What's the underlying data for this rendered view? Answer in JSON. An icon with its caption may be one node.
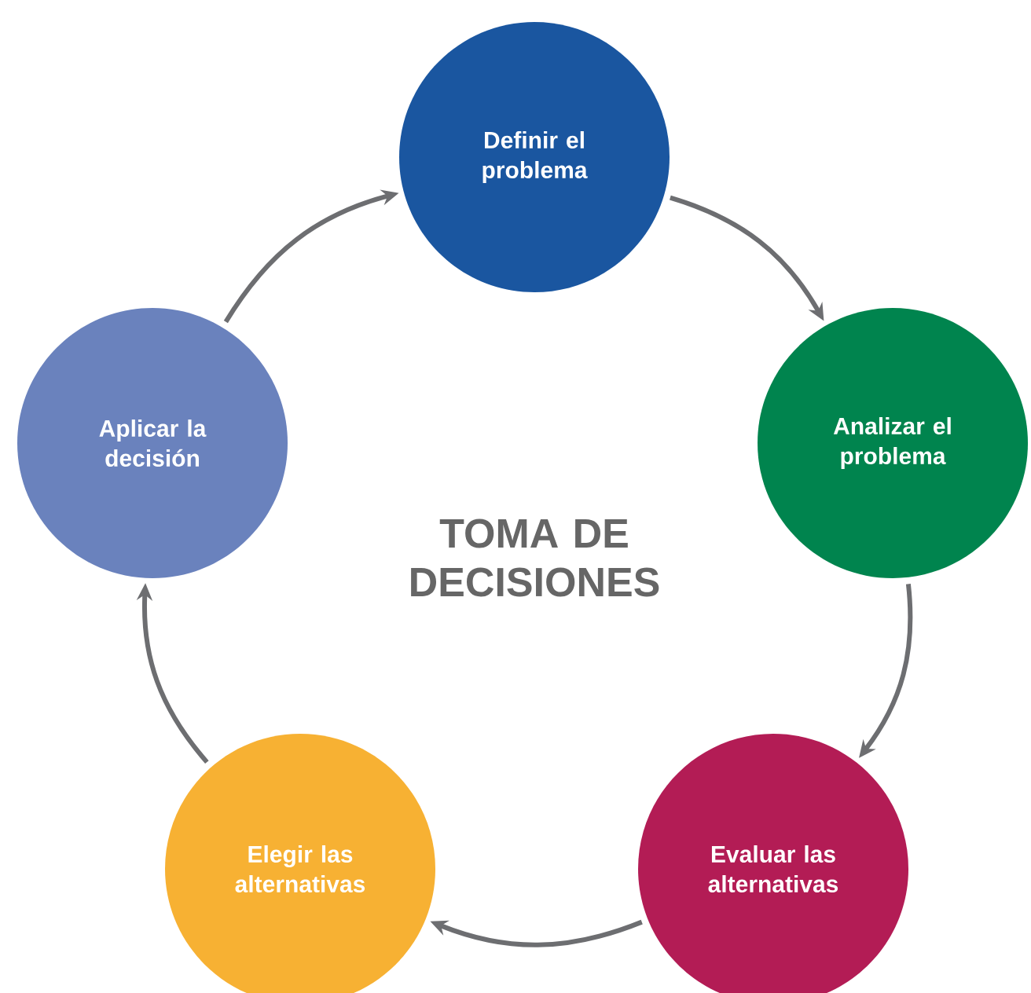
{
  "diagram": {
    "title": "TOMA DE DECISIONES",
    "nodes": [
      {
        "text": [
          "Definir el problema"
        ]
      },
      {
        "text": [
          "Analizar el problema"
        ]
      },
      {
        "text": [
          "Evaluar las alternativas"
        ]
      },
      {
        "text": [
          "Elegir las alternativas"
        ]
      },
      {
        "text": [
          "Aplicar la decisión"
        ]
      }
    ],
    "edges": [
      {
        "from": 0,
        "to": 1,
        "arrow": "to"
      },
      {
        "from": 1,
        "to": 2,
        "arrow": "to"
      },
      {
        "from": 2,
        "to": 3,
        "arrow": "to"
      },
      {
        "from": 3,
        "to": 4,
        "arrow": "to"
      },
      {
        "from": 4,
        "to": 0,
        "arrow": "to"
      }
    ]
  }
}
